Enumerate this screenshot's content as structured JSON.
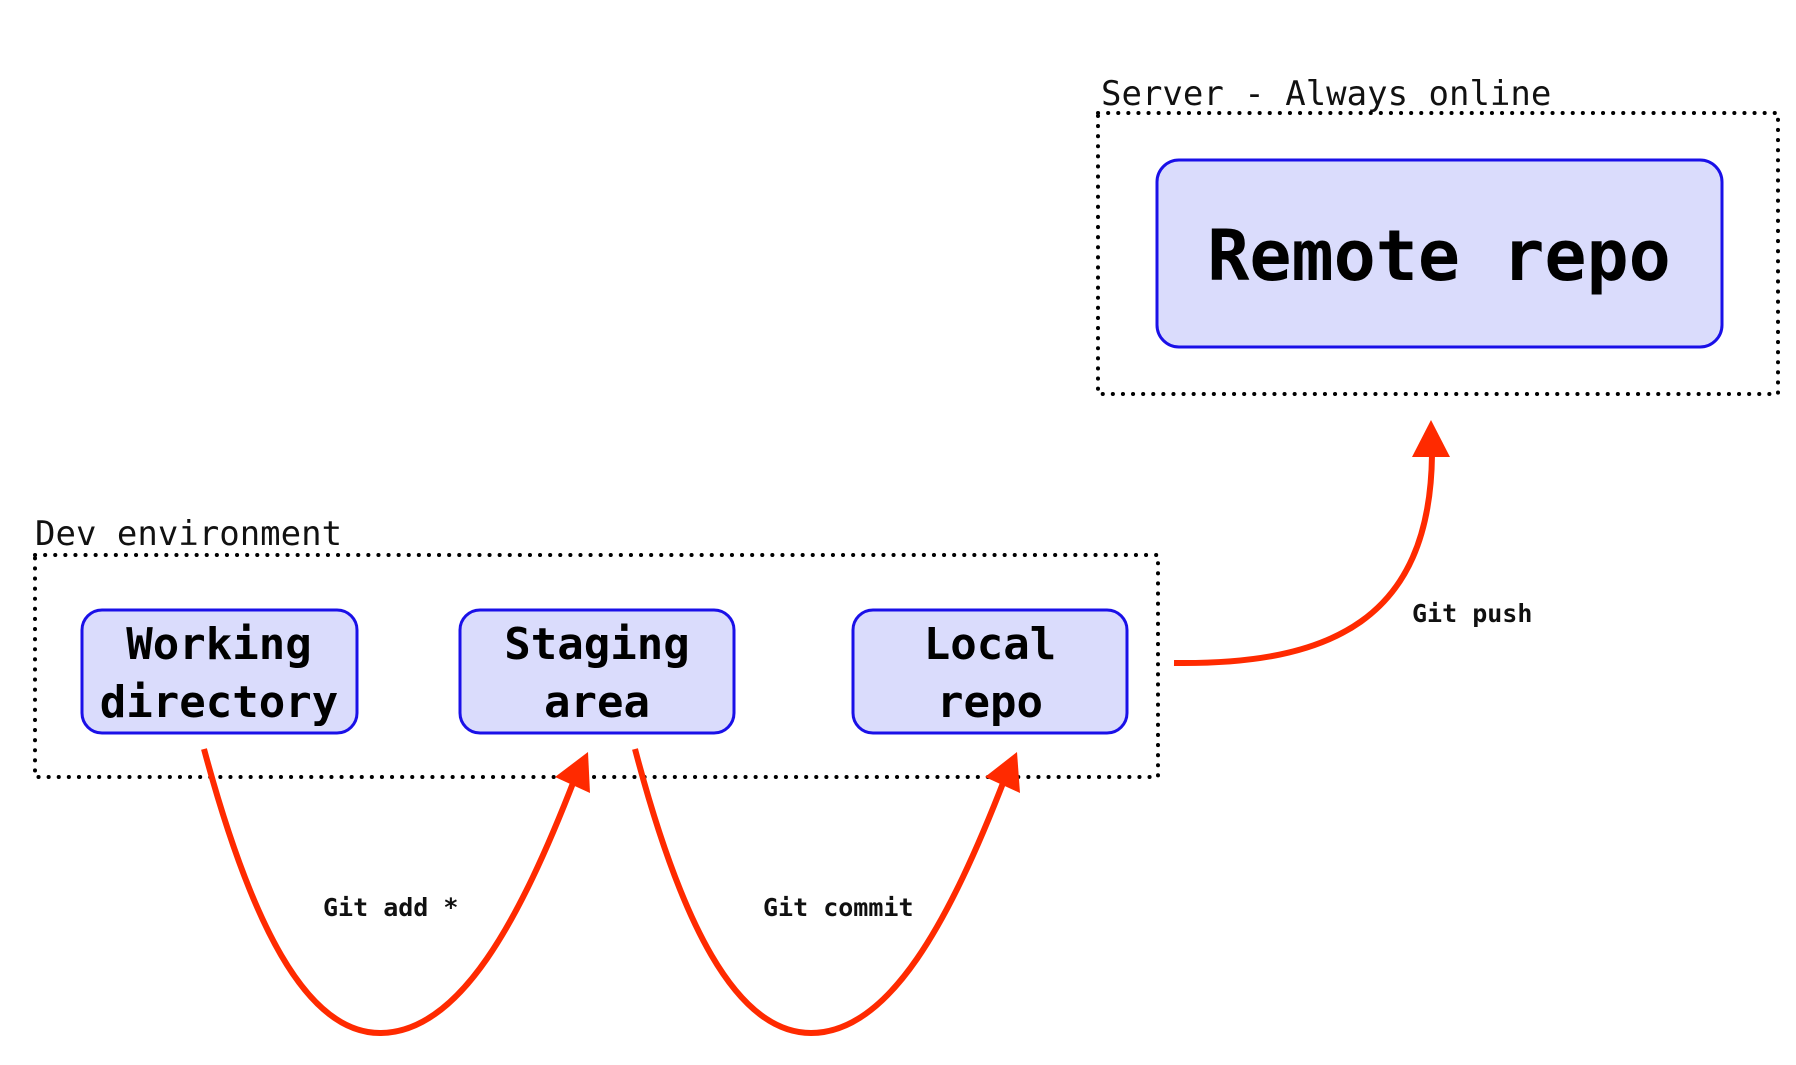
{
  "groups": {
    "server": {
      "label": "Server - Always online"
    },
    "dev": {
      "label": "Dev environment"
    }
  },
  "nodes": {
    "remote_repo": {
      "label": "Remote repo"
    },
    "working_directory": {
      "lines": [
        "Working",
        "directory"
      ]
    },
    "staging_area": {
      "lines": [
        "Staging",
        "area"
      ]
    },
    "local_repo": {
      "lines": [
        "Local",
        "repo"
      ]
    }
  },
  "edges": {
    "git_add": {
      "label": "Git add *",
      "from": "Working directory",
      "to": "Staging area"
    },
    "git_commit": {
      "label": "Git commit",
      "from": "Staging area",
      "to": "Local repo"
    },
    "git_push": {
      "label": "Git push",
      "from": "Local repo",
      "to": "Remote repo"
    }
  },
  "colors": {
    "node_fill": "#dadcfc",
    "node_stroke": "#1a10e8",
    "arrow": "#ff2a00",
    "group_border": "#000000"
  }
}
